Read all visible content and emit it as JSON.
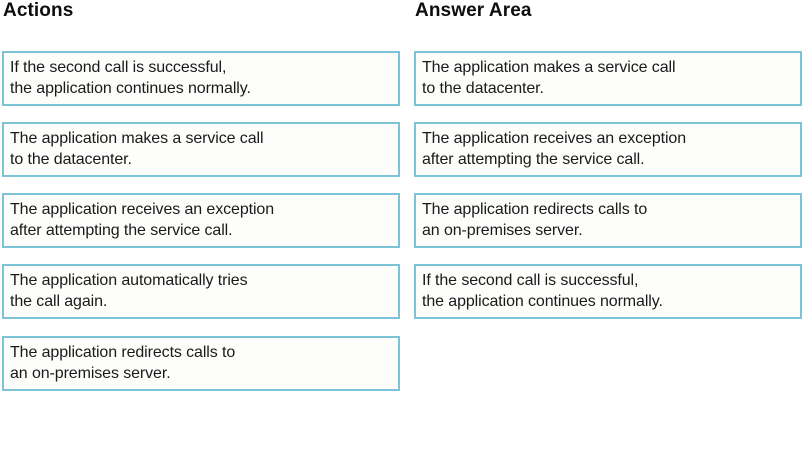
{
  "theme": {
    "card_border_color": "#7cc3d6",
    "card_background": "#fdfdfb",
    "page_background": "#ffffff",
    "text_color": "#1a1a1a",
    "heading_color": "#0e0e0e"
  },
  "columns": {
    "actions": {
      "heading": "Actions",
      "cards": [
        {
          "line1": "If the second call is successful,",
          "line2": "the application continues normally."
        },
        {
          "line1": "The application makes a service call",
          "line2": "to the datacenter."
        },
        {
          "line1": "The application receives an exception",
          "line2": "after attempting the service call."
        },
        {
          "line1": "The application automatically tries",
          "line2": "the call again."
        },
        {
          "line1": "The application redirects calls to",
          "line2": "an on-premises server."
        }
      ]
    },
    "answer_area": {
      "heading": "Answer Area",
      "cards": [
        {
          "line1": "The application makes a service call",
          "line2": "to the datacenter."
        },
        {
          "line1": "The application receives an exception",
          "line2": "after attempting the service call."
        },
        {
          "line1": "The application redirects calls to",
          "line2": "an on-premises server."
        },
        {
          "line1": "If the second call is successful,",
          "line2": "the application continues normally."
        }
      ]
    }
  }
}
